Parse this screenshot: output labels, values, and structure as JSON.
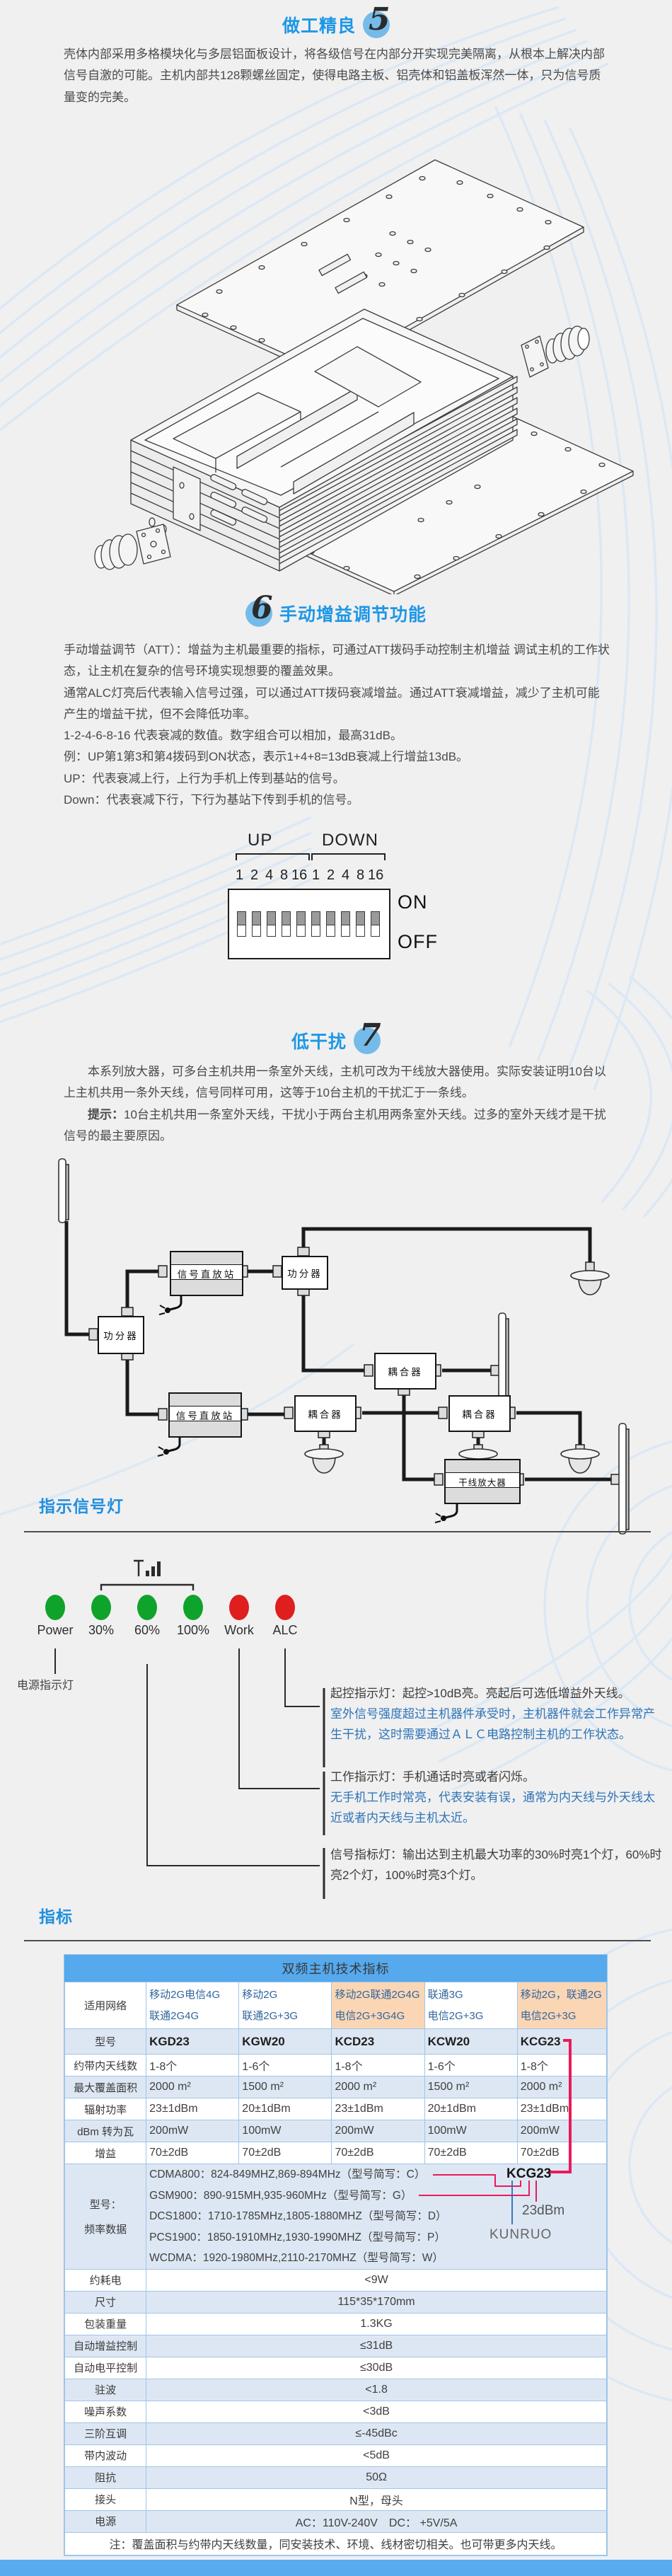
{
  "section5": {
    "title": "做工精良",
    "number": "5",
    "body": "壳体内部采用多格模块化与多层铝面板设计，将各级信号在内部分开实现完美隔离，从根本上解决内部信号自激的可能。主机内部共128颗螺丝固定，使得电路主板、铝壳体和铝盖板浑然一体，只为信号质量变的完美。"
  },
  "section6": {
    "number": "6",
    "title": "手动增益调节功能",
    "p1": "手动增益调节（ATT）：增益为主机最重要的指标，可通过ATT拨码手动控制主机增益 调试主机的工作状态，让主机在复杂的信号环境实现想要的覆盖效果。",
    "p2": "通常ALC灯亮后代表输入信号过强，可以通过ATT拨码衰减增益。通过ATT衰减增益，减少了主机可能产生的增益干扰，但不会降低功率。",
    "p3": "1-2-4-6-8-16 代表衰减的数值。数字组合可以相加，最高31dB。",
    "p4": "例：UP第1第3和第4拨码到ON状态，表示1+4+8=13dB衰减上行增益13dB。",
    "p5": "UP：代表衰减上行，上行为手机上传到基站的信号。",
    "p6": "Down：代表衰减下行，下行为基站下传到手机的信号。"
  },
  "dip": {
    "up_label": "UP",
    "down_label": "DOWN",
    "on_label": "ON",
    "off_label": "OFF",
    "numbers": [
      "1",
      "2",
      "4",
      "8",
      "16",
      "1",
      "2",
      "4",
      "8",
      "16"
    ]
  },
  "section7": {
    "title": "低干扰",
    "number": "7",
    "p1": "本系列放大器，可多台主机共用一条室外天线，主机可改为干线放大器使用。实际安装证明10台以上主机共用一条外天线，信号同样可用，这等于10台主机的干扰汇于一条线。",
    "tip_label": "提示：",
    "tip_body": "10台主机共用一条室外天线，干扰小于两台主机用两条室外天线。过多的室外天线才是干扰信号的最主要原因。"
  },
  "diagram": {
    "repeater_label": "信号直放站",
    "splitter_label": "功分器",
    "coupler_label": "耦合器",
    "trunk_label": "干线放大器"
  },
  "leds": {
    "header": "指示信号灯",
    "labels": [
      "Power",
      "30%",
      "60%",
      "100%",
      "Work",
      "ALC"
    ],
    "power_label": "电源指示灯",
    "alc_black": "起控指示灯：起控>10dB亮。亮起后可选低增益外天线。",
    "alc_blue": "室外信号强度超过主机器件承受时，主机器件就会工作异常产生干扰，这时需要通过ＡＬＣ电路控制主机的工作状态。",
    "work_black": "工作指示灯：手机通话时亮或者闪烁。",
    "work_blue": "无手机工作时常亮，代表安装有误，通常为内天线与外天线太近或者内天线与主机太近。",
    "signal_black": "信号指标灯：输出达到主机最大功率的30%时亮1个灯，60%时亮2个灯，100%时亮3个灯。"
  },
  "spec": {
    "header": "指标",
    "table_title": "双频主机技术指标",
    "network_label": "适用网络",
    "networks": [
      {
        "l1": "移动2G电信4G",
        "l2": "联通2G4G"
      },
      {
        "l1": "移动2G",
        "l2": "联通2G+3G"
      },
      {
        "l1": "移动2G联通2G4G",
        "l2": "电信2G+3G4G"
      },
      {
        "l1": "联通3G",
        "l2": "电信2G+3G"
      },
      {
        "l1": "移动2G，联通2G",
        "l2": "电信2G+3G"
      }
    ],
    "model_label": "型号",
    "models": [
      "KGD23",
      "KGW20",
      "KCD23",
      "KCW20",
      "KCG23"
    ],
    "rows": [
      {
        "label": "约带内天线数",
        "values": [
          "1-8个",
          "1-6个",
          "1-8个",
          "1-6个",
          "1-8个"
        ]
      },
      {
        "label": "最大覆盖面积",
        "values": [
          "2000 m²",
          "1500 m²",
          "2000 m²",
          "1500 m²",
          "2000 m²"
        ]
      },
      {
        "label": "辐射功率",
        "values": [
          "23±1dBm",
          "20±1dBm",
          "23±1dBm",
          "20±1dBm",
          "23±1dBm"
        ]
      },
      {
        "label": "dBm 转为瓦",
        "values": [
          "200mW",
          "100mW",
          "200mW",
          "100mW",
          "200mW"
        ]
      },
      {
        "label": "增益",
        "values": [
          "70±2dB",
          "70±2dB",
          "70±2dB",
          "70±2dB",
          "70±2dB"
        ]
      }
    ],
    "freq_label_1": "型号：",
    "freq_label_2": "频率数据",
    "freq_lines": [
      "CDMA800：824-849MHZ,869-894MHz（型号简写：C）",
      "GSM900：890-915MH,935-960MHz（型号简写：G）",
      "DCS1800：1710-1785MHz,1805-1880MHZ（型号简写：D）",
      "PCS1900：1850-1910MHz,1930-1990MHZ（型号简写：P）",
      "WCDMA：1920-1980MHz,2110-2170MHZ（型号简写：W）"
    ],
    "single_rows": [
      {
        "label": "约耗电",
        "value": "<9W"
      },
      {
        "label": "尺寸",
        "value": "115*35*170mm"
      },
      {
        "label": "包装重量",
        "value": "1.3KG"
      },
      {
        "label": "自动增益控制",
        "value": "≤31dB"
      },
      {
        "label": "自动电平控制",
        "value": "≤30dB"
      },
      {
        "label": "驻波",
        "value": "<1.8"
      },
      {
        "label": "噪声系数",
        "value": "<3dB"
      },
      {
        "label": "三阶互调",
        "value": "≤-45dBc"
      },
      {
        "label": "带内波动",
        "value": "<5dB"
      },
      {
        "label": "阻抗",
        "value": "50Ω"
      },
      {
        "label": "接头",
        "value": "N型，母头"
      },
      {
        "label": "电源",
        "value": "AC：110V-240V　DC： +5V/5A"
      }
    ],
    "note": "注：覆盖面积与约带内天线数量，同安装技术、环境、线材密切相关。也可带更多内天线。",
    "annotation": {
      "model": "KCG23",
      "power": "23dBm",
      "brand": "KUNRUO"
    }
  }
}
